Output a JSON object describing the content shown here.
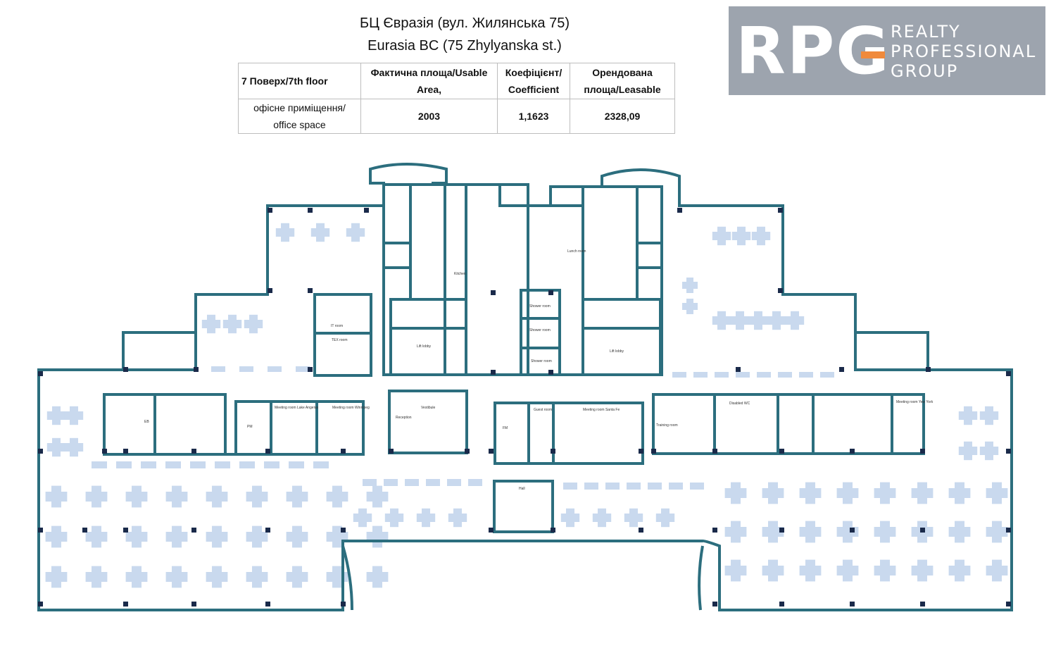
{
  "header": {
    "title_ua": "БЦ Євразія (вул. Жилянська 75)",
    "title_en": "Eurasia BC (75 Zhylyanska st.)"
  },
  "area_table": {
    "headers": [
      "7 Поверх/7th floor",
      "Фактична площа/Usable Area,",
      "Коефіцієнт/ Coefficient",
      "Орендована площа/Leasable"
    ],
    "rows": [
      {
        "label": "офісне приміщення/ office space",
        "usable": "2003",
        "coefficient": "1,1623",
        "leasable": "2328,09"
      }
    ]
  },
  "logo": {
    "mark": "RPG",
    "line1": "REALTY",
    "line2": "PROFESSIONAL",
    "line3": "GROUP",
    "background": "#9da4ae",
    "accent": "#f08a3c"
  },
  "plan": {
    "wall_color": "#2c6e7e",
    "desk_color": "#c9d9ee",
    "column_color": "#1a2a4a",
    "room_labels": [
      "Kitchen",
      "Lunch room",
      "IT room",
      "TEX room",
      "Lift lobby",
      "Lift lobby",
      "Shower room",
      "Shower room",
      "Shower room",
      "Meeting room Lake Angelus",
      "Meeting room Winnipeg",
      "Vestibule",
      "Reception",
      "Guest room",
      "Meeting room Santa Fe",
      "Training room",
      "Disabled WC",
      "Meeting room Yew York",
      "Hall",
      "PM",
      "FM",
      "EB"
    ]
  }
}
